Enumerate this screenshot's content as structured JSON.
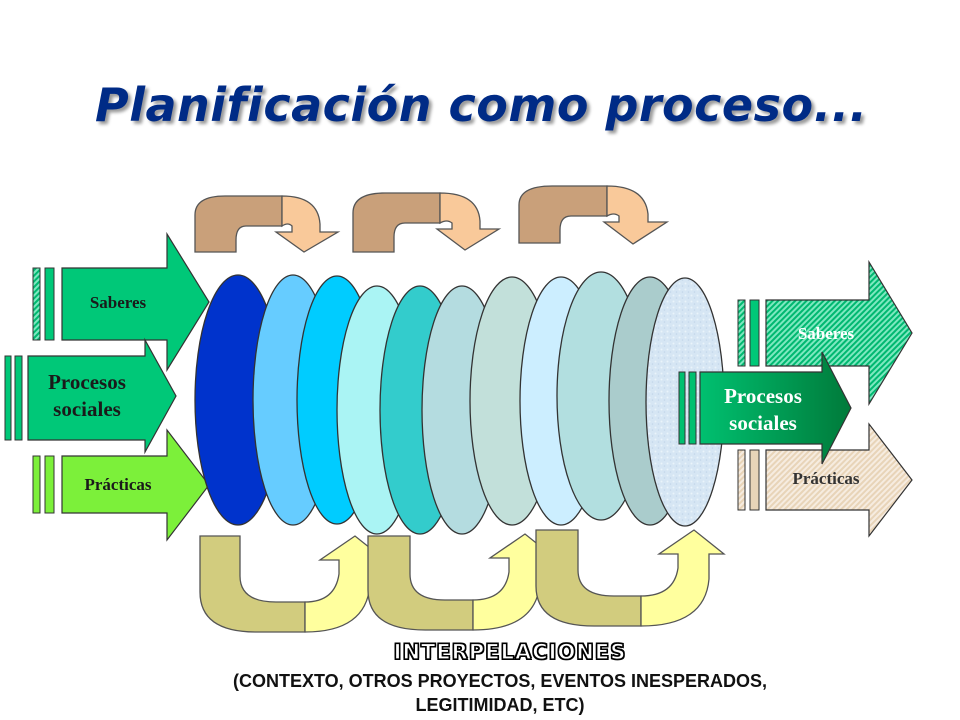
{
  "title": "Planificación como proceso...",
  "left": {
    "saberes": "Saberes",
    "procesos_line1": "Procesos",
    "procesos_line2": "sociales",
    "practicas": "Prácticas"
  },
  "right": {
    "saberes": "Saberes",
    "procesos_line1": "Procesos",
    "procesos_line2": "sociales",
    "practicas": "Prácticas"
  },
  "interpelaciones": {
    "title": "INTERPELACIONES",
    "caption_line1": "(CONTEXTO, OTROS PROYECTOS, EVENTOS INESPERADOS,",
    "caption_line2": "LEGITIMIDAD, ETC)"
  },
  "colors": {
    "title": "#002b86",
    "arrow_green": "#00c878",
    "arrow_lime": "#7cf03a",
    "arrow_beige": "#e8d4b8",
    "curved_top_tan": "#c9a07a",
    "curved_top_peach": "#f9c99a",
    "curved_bottom_olive": "#d2cc7e",
    "curved_bottom_yellow": "#ffff9e"
  }
}
